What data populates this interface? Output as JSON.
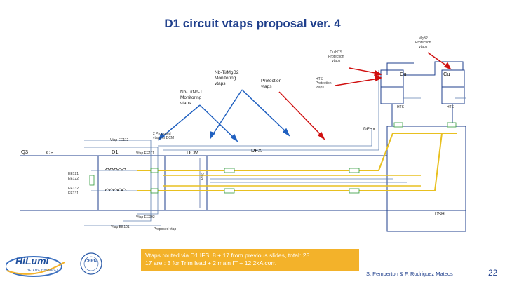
{
  "title": "D1 circuit vtaps proposal ver. 4",
  "labels": {
    "mgb2_protection": [
      "MgB2",
      "Protection",
      "vtaps"
    ],
    "cu_hts_protection": [
      "Cu HTS",
      "Protection",
      "vtaps"
    ],
    "nbti_mgb2_monitoring": [
      "Nb-Ti/MgB2",
      "Monitoring",
      "vtaps"
    ],
    "protection_vtaps": [
      "Protection",
      "vtaps"
    ],
    "hts_protection": [
      "HTS",
      "Protection",
      "vtaps"
    ],
    "nbti_nbti_monitoring": [
      "Nb-Ti/Nb-Ti",
      "Monitoring",
      "vtaps"
    ],
    "cu_left": "Cu",
    "cu_right": "Cu",
    "hts_left": "HTS",
    "hts_right": "HTS",
    "dfhx": "DFHx",
    "proposed_vtaps_dcm": [
      "2 Proposed",
      "vtaps in DCM"
    ],
    "vtap_ee112": "Vtap EE112",
    "q3": "Q3",
    "cp": "CP",
    "d1": "D1",
    "vtap_ee111": "Vtap EE111",
    "dcm": "DCM",
    "dfx": "DFX",
    "ee121": "EE121",
    "ee122": "EE122",
    "ee132": "EE132",
    "ee131": "EE131",
    "plug": "Plug",
    "dsh": "DSH",
    "vtap_ee092": "Vtap EE092",
    "vtap_ee101": "Vtap EE101",
    "proposed_vtap": "Proposed vtap"
  },
  "bullet": {
    "line1": "Vtaps routed via D1 IFS: 8 + 17 from previous slides, total: 25",
    "line2": "17 are : 3 for Trim lead + 2 main IT + 12  2kA corr."
  },
  "author": "S. Pemberton & F. Rodriguez Mateos",
  "page_number": "22",
  "logo": {
    "name": "HiLumi",
    "sub": "HL-LHC PROJECT"
  },
  "cern": "CERN",
  "colors": {
    "title": "#1f3f8c",
    "bus": "#e8c020",
    "wire": "#6080b0",
    "box": "#1f3f8c",
    "arrow_blue": "#2060c0",
    "arrow_red": "#d01010",
    "connector": "#2f9a3a",
    "bullet_bg": "#f3b22a"
  }
}
